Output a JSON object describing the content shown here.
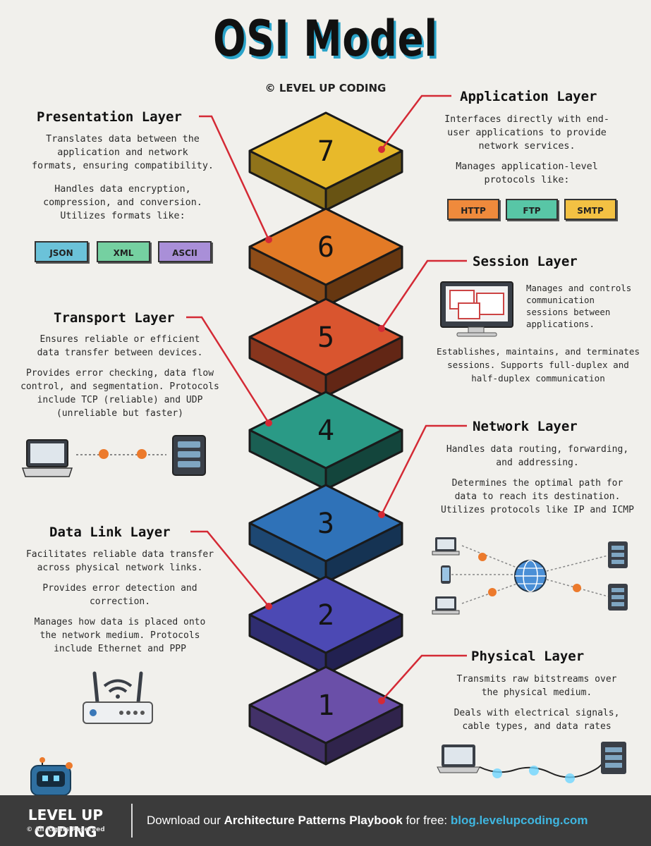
{
  "title": "OSI Model",
  "copyright": "© LEVEL UP CODING",
  "layers": [
    {
      "number": "1",
      "color": "#6a4fa8"
    },
    {
      "number": "2",
      "color": "#4c49b4"
    },
    {
      "number": "3",
      "color": "#2f72b8"
    },
    {
      "number": "4",
      "color": "#2a9a86"
    },
    {
      "number": "5",
      "color": "#d9552f"
    },
    {
      "number": "6",
      "color": "#e37a26"
    },
    {
      "number": "7",
      "color": "#e8b92a"
    }
  ],
  "application": {
    "title": "Application Layer",
    "p1": [
      "Interfaces directly with end-",
      "user applications to provide",
      "network services."
    ],
    "p2": [
      "Manages application-level",
      "protocols like:"
    ],
    "tags": [
      {
        "label": "HTTP",
        "color": "#ef8a3c"
      },
      {
        "label": "FTP",
        "color": "#58c6a6"
      },
      {
        "label": "SMTP",
        "color": "#f3c143"
      }
    ]
  },
  "presentation": {
    "title": "Presentation Layer",
    "p1": [
      "Translates data between the",
      "application and network",
      "formats, ensuring compatibility."
    ],
    "p2": [
      "Handles data encryption,",
      "compression, and conversion.",
      "Utilizes formats like:"
    ],
    "tags": [
      {
        "label": "JSON",
        "color": "#6bc2d9"
      },
      {
        "label": "XML",
        "color": "#75d0a1"
      },
      {
        "label": "ASCII",
        "color": "#a98fd8"
      }
    ]
  },
  "session": {
    "title": "Session Layer",
    "p1": [
      "Manages and controls",
      "communication",
      "sessions between",
      "applications."
    ],
    "p2": [
      "Establishes, maintains, and terminates",
      "sessions. Supports full-duplex and",
      "half-duplex communication"
    ]
  },
  "transport": {
    "title": "Transport Layer",
    "p1": [
      "Ensures reliable or efficient",
      "data transfer between devices."
    ],
    "p2": [
      "Provides error checking, data flow",
      "control, and segmentation. Protocols",
      "include TCP (reliable) and UDP",
      "(unreliable but faster)"
    ]
  },
  "network": {
    "title": "Network Layer",
    "p1": [
      "Handles data routing, forwarding,",
      "and addressing."
    ],
    "p2": [
      "Determines the optimal path for",
      "data to reach its destination.",
      "Utilizes protocols like IP and ICMP"
    ]
  },
  "datalink": {
    "title": "Data Link Layer",
    "p1": [
      "Facilitates reliable data transfer",
      "across physical network links."
    ],
    "p2": [
      "Provides error detection and",
      "correction."
    ],
    "p3": [
      "Manages how data is placed onto",
      "the network medium. Protocols",
      "include Ethernet and PPP"
    ]
  },
  "physical": {
    "title": "Physical Layer",
    "p1": [
      "Transmits raw bitstreams over",
      "the physical medium."
    ],
    "p2": [
      "Deals with electrical signals,",
      "cable types, and data rates"
    ]
  },
  "footer": {
    "brand": "LEVEL UP CODING",
    "rights": "© All Rights Reserved",
    "cta_prefix": "Download our ",
    "cta_bold": "Architecture Patterns Playbook",
    "cta_mid": " for free: ",
    "cta_url": "blog.levelupcoding.com"
  }
}
